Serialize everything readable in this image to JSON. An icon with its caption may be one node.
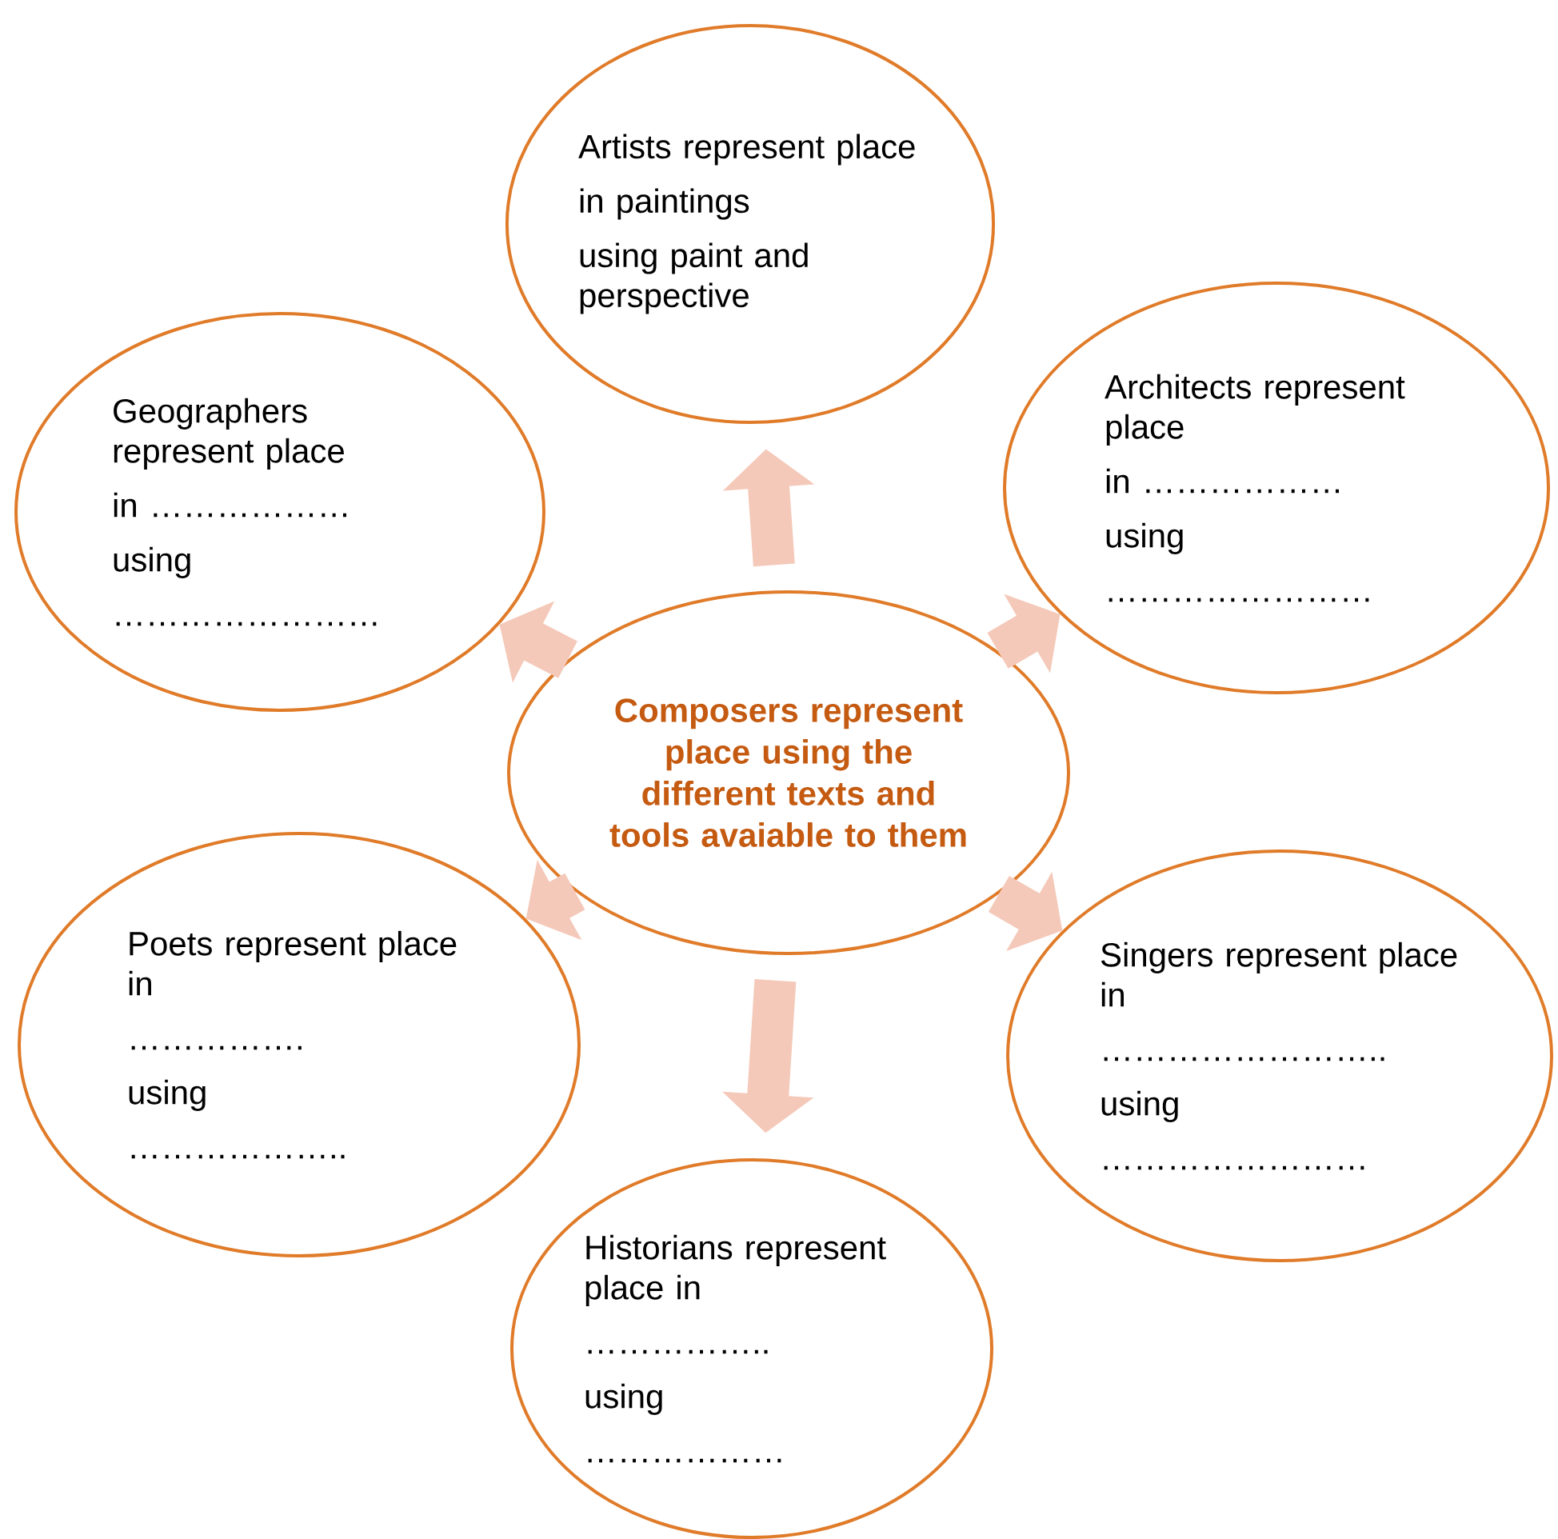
{
  "diagram": {
    "nodes": [
      {
        "text": [
          "Artists represent place",
          "in paintings",
          "using paint and perspective"
        ]
      },
      {
        "text": [
          "Geographers represent place",
          "in ………………",
          "using",
          "……………………"
        ]
      },
      {
        "text": [
          "Architects represent place",
          "in ………………",
          "using",
          "……………………"
        ]
      },
      {
        "text": [
          "Composers represent place using the different texts and tools avaiable to them"
        ]
      },
      {
        "text": [
          "Poets represent place in",
          "…………….",
          "using",
          "……………….."
        ]
      },
      {
        "text": [
          "Singers represent place in",
          "……………………..",
          "using",
          "……………………"
        ]
      },
      {
        "text": [
          "Historians represent place in",
          "……………..",
          "using",
          "………………"
        ]
      }
    ],
    "edges": [
      {
        "from": 3,
        "to": 0,
        "arrow": "to"
      },
      {
        "from": 3,
        "to": 1,
        "arrow": "to"
      },
      {
        "from": 3,
        "to": 2,
        "arrow": "to"
      },
      {
        "from": 3,
        "to": 4,
        "arrow": "to"
      },
      {
        "from": 3,
        "to": 5,
        "arrow": "to"
      },
      {
        "from": 3,
        "to": 6,
        "arrow": "to"
      }
    ]
  }
}
